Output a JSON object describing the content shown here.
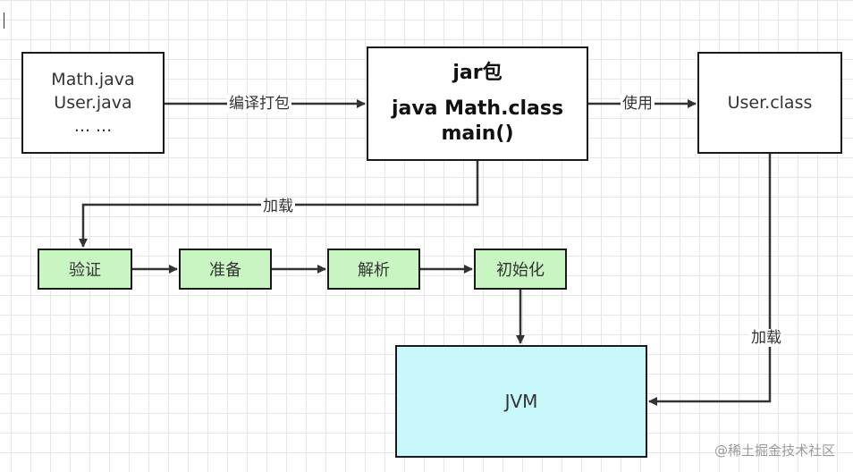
{
  "diagram": {
    "source_box": {
      "lines": [
        "Math.java",
        "User.java",
        "... ..."
      ]
    },
    "jar_box": {
      "title": "jar包",
      "lines": [
        "java Math.class",
        "main()"
      ]
    },
    "userclass_box": {
      "label": "User.class"
    },
    "edges": {
      "compile_label": "编译打包",
      "use_label": "使用",
      "load_label_left": "加载",
      "load_label_right": "加载"
    },
    "steps": [
      "验证",
      "准备",
      "解析",
      "初始化"
    ],
    "jvm_box": {
      "label": "JVM"
    }
  },
  "watermark": "@稀土掘金技术社区",
  "colors": {
    "green_fill": "#c9f5c3",
    "cyan_fill": "#c9f8fb",
    "stroke": "#333333"
  }
}
